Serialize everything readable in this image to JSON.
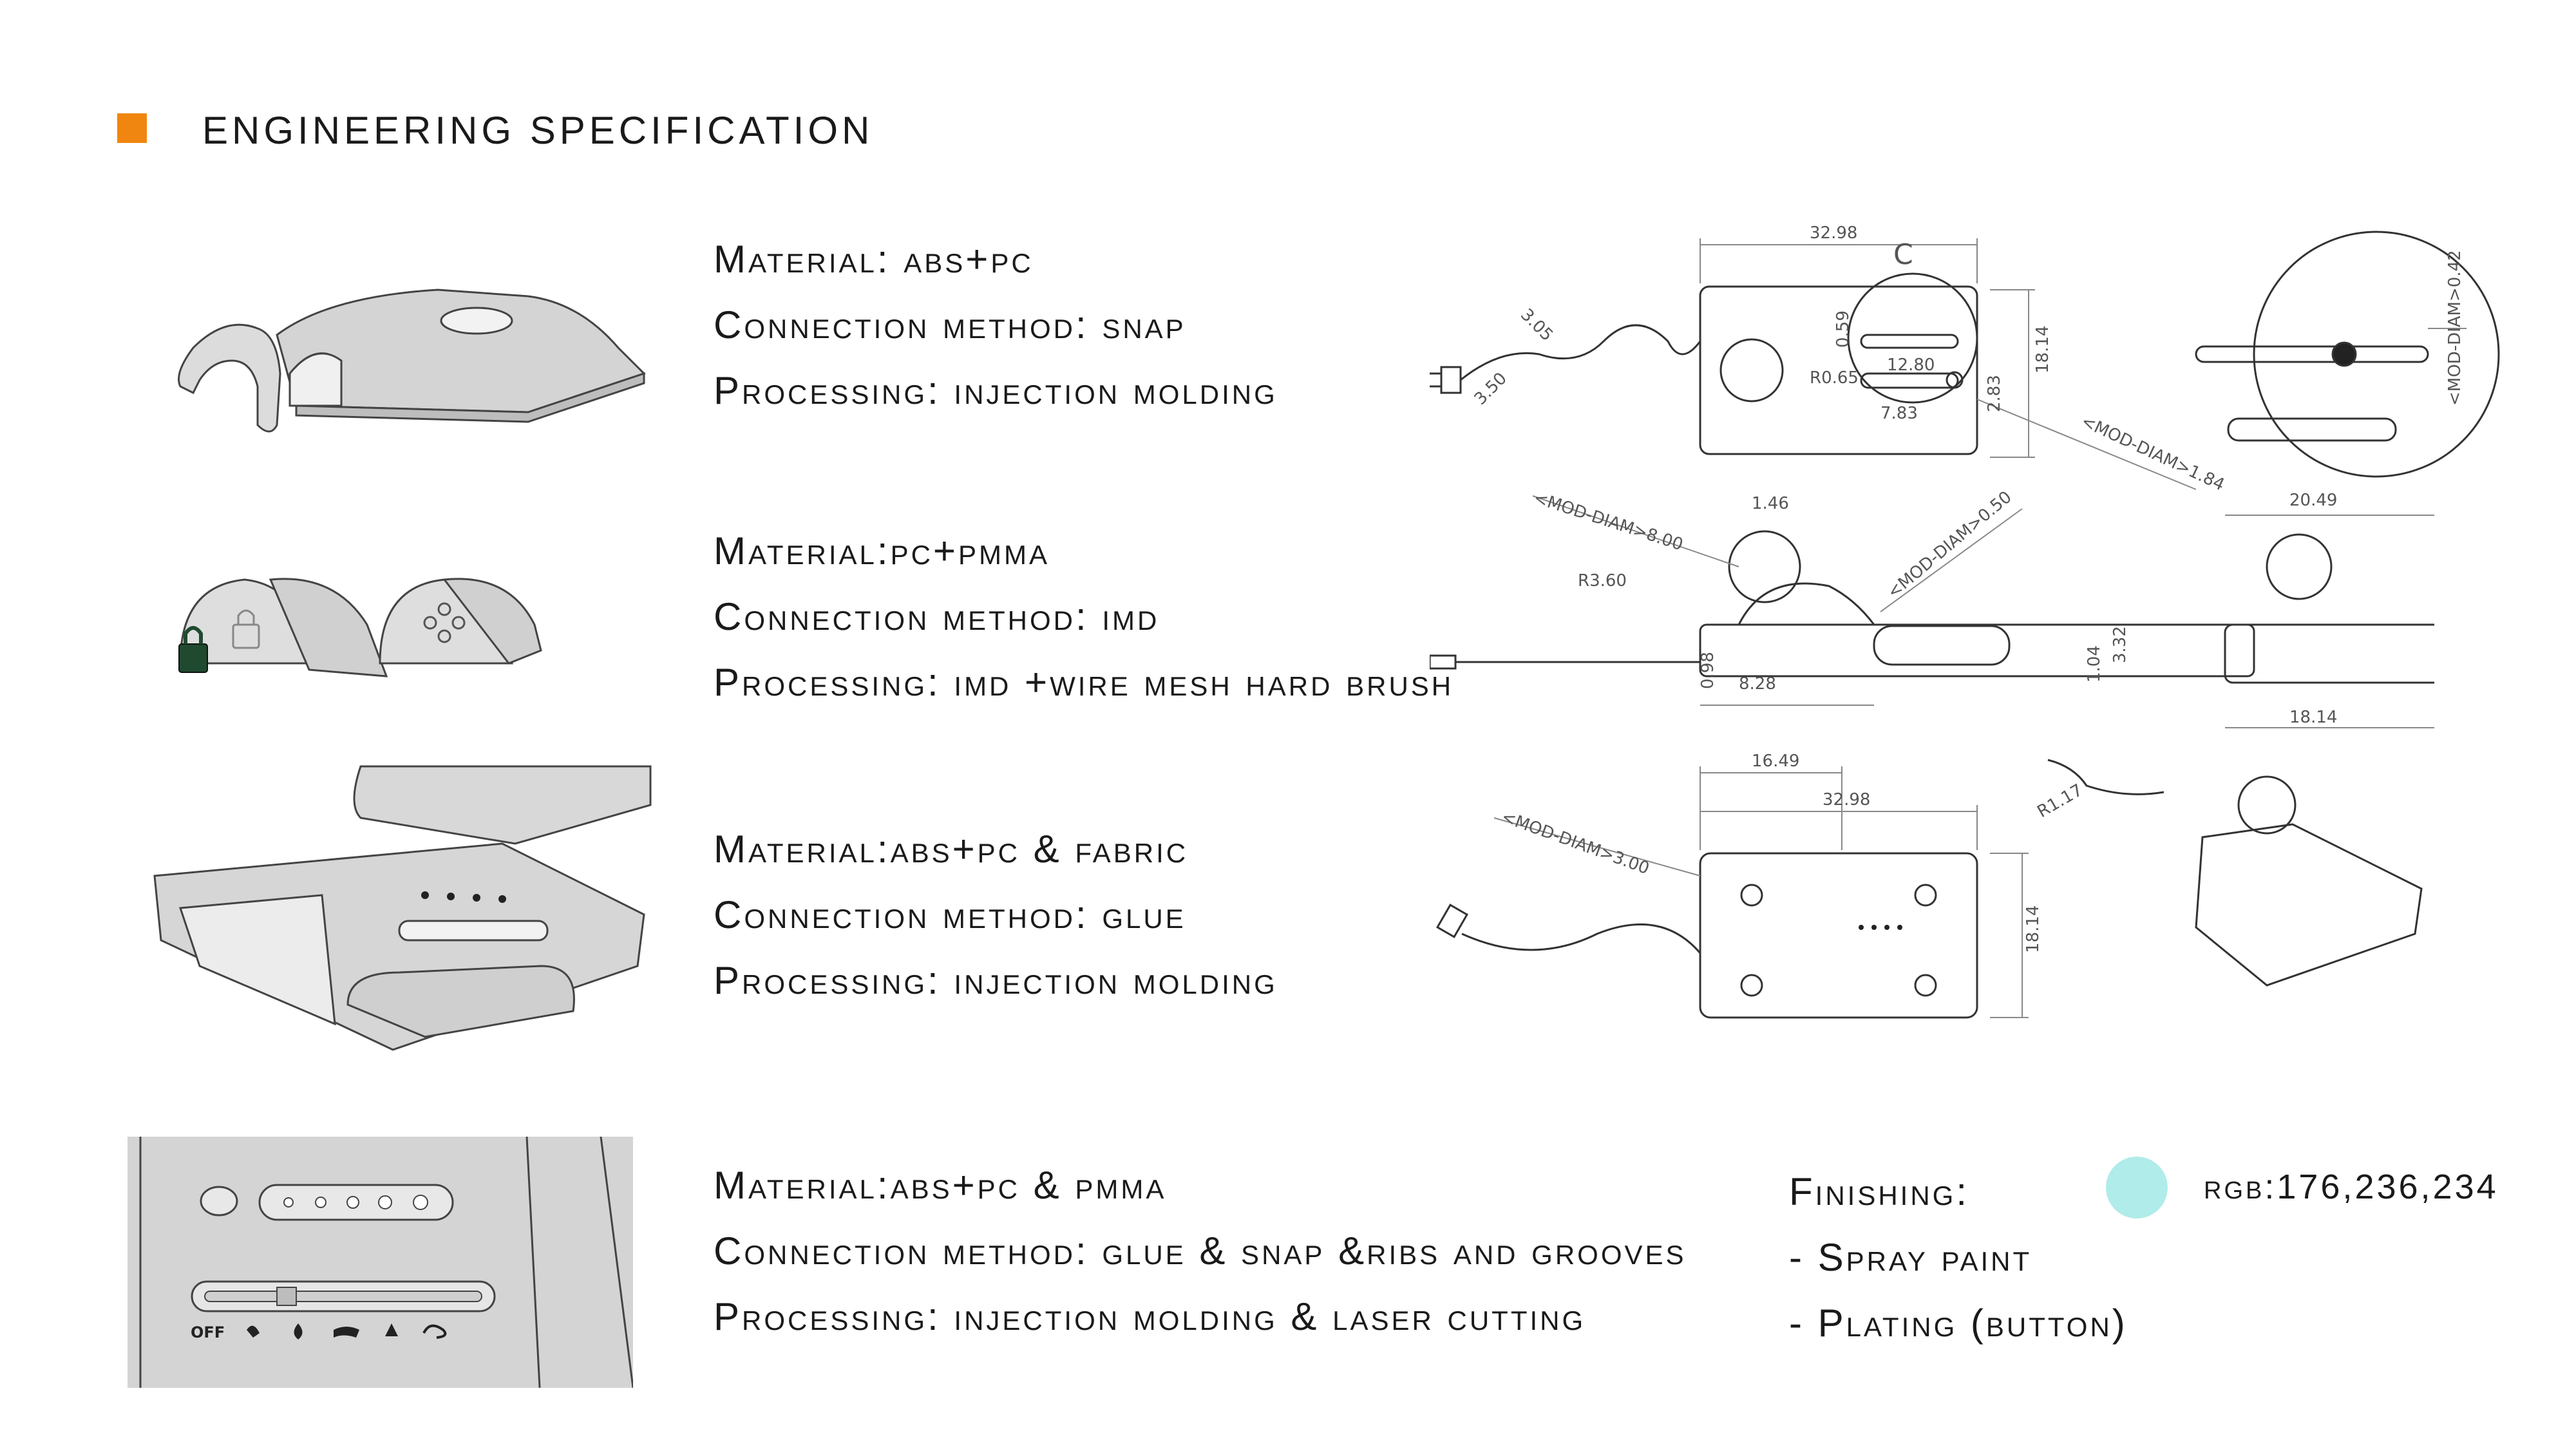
{
  "header": {
    "title": "Engineering Specification"
  },
  "colors": {
    "accent": "#f0860f",
    "finish_swatch": "#b0ecea"
  },
  "specs": [
    {
      "material": "Material: abs+pc",
      "connection": "Connection method: snap",
      "processing": "Processing: injection molding"
    },
    {
      "material": "Material:pc+pmma",
      "connection": "Connection method: imd",
      "processing": "Processing: imd  +wire mesh hard brush"
    },
    {
      "material": "Material:abs+pc & fabric",
      "connection": "Connection method: glue",
      "processing": "Processing: injection molding"
    },
    {
      "material": "Material:abs+pc & pmma",
      "connection": "Connection method: glue & snap &ribs and grooves",
      "processing": "Processing: injection molding & laser cutting"
    }
  ],
  "finishing": {
    "heading": "Finishing:",
    "items": [
      "- Spray paint",
      "- Plating (button)"
    ],
    "rgb_label": "rgb:176,236,234"
  },
  "drawing_labels": {
    "row1": {
      "dim_width": "32.98",
      "section": "C",
      "dim_plug_a": "3.05",
      "dim_plug_b": "3.50",
      "dim_059": "0.59",
      "dim_r065": "R0.65",
      "dim_1280": "12.80",
      "dim_783": "7.83",
      "dim_1814": "18.14",
      "dim_283": "2.83",
      "mod_diam_184": "<MOD-DIAM>1.84",
      "mod_diam_042": "<MOD-DIAM>0.42"
    },
    "row2": {
      "mod_diam_800": "<MOD-DIAM>8.00",
      "dim_146": "1.46",
      "mod_diam_050": "<MOD-DIAM>0.50",
      "dim_r360": "R3.60",
      "dim_828": "8.28",
      "dim_332": "3.32",
      "dim_104": "1.04",
      "dim_098": "0.98",
      "dim_2049": "20.49",
      "dim_1814": "18.14"
    },
    "row3": {
      "dim_1649": "16.49",
      "dim_3298": "32.98",
      "mod_diam_300": "<MOD-DIAM>3.00",
      "dim_r117": "R1.17",
      "dim_1814": "18.14"
    },
    "panel_off": "OFF"
  }
}
